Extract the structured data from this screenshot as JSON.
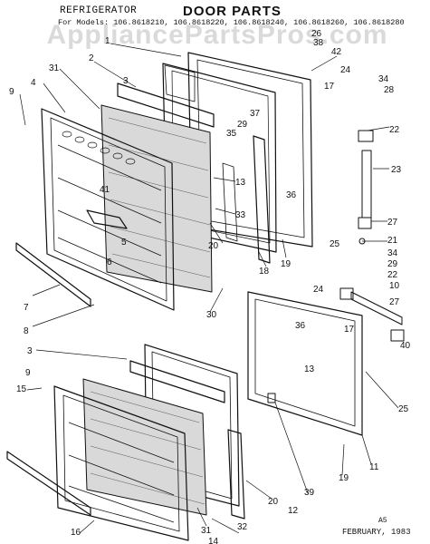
{
  "header": {
    "category": "REFRIGERATOR",
    "title": "DOOR PARTS",
    "models": "For Models: 106.8618210, 106.8618220, 106.8618240, 106.8618260, 106.8618280"
  },
  "watermark": "AppliancePartsPros.com",
  "footer": {
    "code": "A5",
    "date": "FEBRUARY, 1983"
  },
  "callouts": {
    "p1": "1",
    "p2": "2",
    "p3a": "3",
    "p3b": "3",
    "p4": "4",
    "p5": "5",
    "p6": "6",
    "p7": "7",
    "p8": "8",
    "p9a": "9",
    "p9b": "9",
    "p10": "10",
    "p11": "11",
    "p12": "12",
    "p13a": "13",
    "p13b": "13",
    "p14": "14",
    "p15": "15",
    "p16": "16",
    "p17a": "17",
    "p17b": "17",
    "p18": "18",
    "p19a": "19",
    "p19b": "19",
    "p20a": "20",
    "p20b": "20",
    "p21": "21",
    "p22a": "22",
    "p22b": "22",
    "p23": "23",
    "p24a": "24",
    "p24b": "24",
    "p25a": "25",
    "p25b": "25",
    "p26": "26",
    "p27a": "27",
    "p27b": "27",
    "p28": "28",
    "p29a": "29",
    "p29b": "29",
    "p30": "30",
    "p31a": "31",
    "p31b": "31",
    "p32": "32",
    "p33": "33",
    "p34a": "34",
    "p34b": "34",
    "p35": "35",
    "p36a": "36",
    "p36b": "36",
    "p37": "37",
    "p38": "38",
    "p39": "39",
    "p40": "40",
    "p41": "41",
    "p42": "42"
  }
}
